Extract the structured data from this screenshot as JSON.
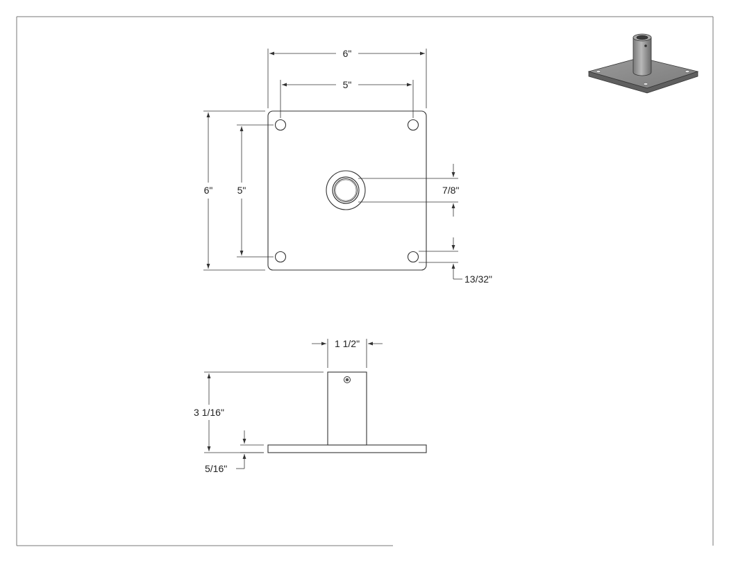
{
  "dimensions": {
    "plate_width": "6\"",
    "hole_spacing_x": "5\"",
    "plate_height": "6\"",
    "hole_spacing_y": "5\"",
    "center_hole": "7/8\"",
    "corner_hole": "13/32\"",
    "post_diameter": "1 1/2\"",
    "overall_height": "3 1/16\"",
    "plate_thickness": "5/16\""
  },
  "colors": {
    "line": "#333333",
    "iso_plate_top": "#8a8a8a",
    "iso_plate_side": "#5f5f5f",
    "iso_post": "#9c9c9c"
  }
}
